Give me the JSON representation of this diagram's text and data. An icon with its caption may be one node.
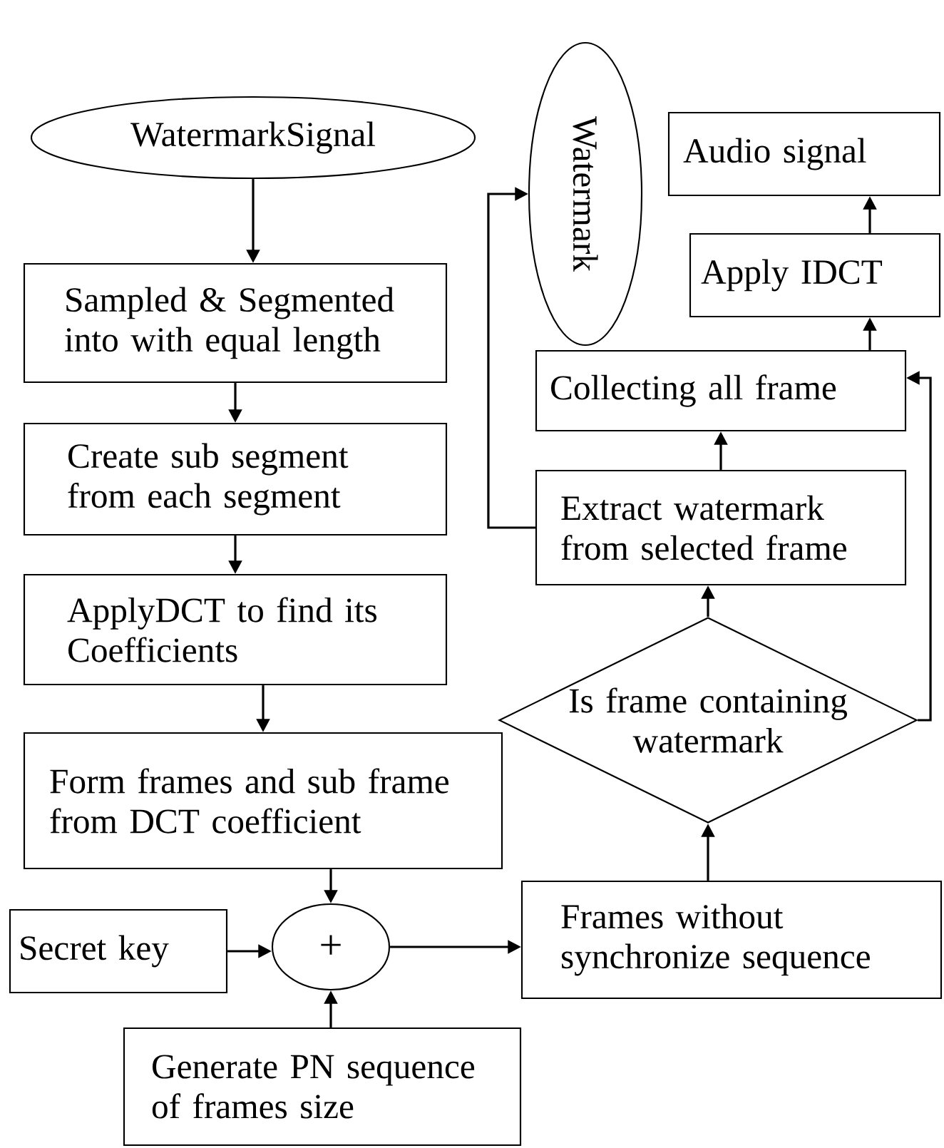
{
  "diagram": {
    "nodes": [
      {
        "text": [
          "WatermarkSignal"
        ]
      },
      {
        "text": [
          "Sampled & Segmented into with equal length"
        ]
      },
      {
        "text": [
          "Create sub segment from each segment"
        ]
      },
      {
        "text": [
          "ApplyDCT to find its Coefficients"
        ]
      },
      {
        "text": [
          "Form frames and sub frame from DCT coefficient"
        ]
      },
      {
        "text": [
          "Secret key"
        ]
      },
      {
        "text": [
          "+"
        ]
      },
      {
        "text": [
          "Generate PN sequence of frames size"
        ]
      },
      {
        "text": [
          "Frames without synchronize sequence"
        ]
      },
      {
        "text": [
          "Is frame containing watermark"
        ]
      },
      {
        "text": [
          "Extract watermark from selected frame"
        ]
      },
      {
        "text": [
          "Collecting all frame"
        ]
      },
      {
        "text": [
          "Apply IDCT"
        ]
      },
      {
        "text": [
          "Audio signal"
        ]
      },
      {
        "text": [
          "Watermark"
        ]
      }
    ],
    "edges": [
      {
        "from": 0,
        "to": 1,
        "arrow": "to"
      },
      {
        "from": 1,
        "to": 2,
        "arrow": "to"
      },
      {
        "from": 2,
        "to": 3,
        "arrow": "to"
      },
      {
        "from": 3,
        "to": 4,
        "arrow": "to"
      },
      {
        "from": 4,
        "to": 6,
        "arrow": "to"
      },
      {
        "from": 5,
        "to": 6,
        "arrow": "to"
      },
      {
        "from": 7,
        "to": 6,
        "arrow": "to"
      },
      {
        "from": 6,
        "to": 8,
        "arrow": "to"
      },
      {
        "from": 8,
        "to": 9,
        "arrow": "to"
      },
      {
        "from": 9,
        "to": 10,
        "arrow": "to"
      },
      {
        "from": 9,
        "to": 11,
        "arrow": "to"
      },
      {
        "from": 10,
        "to": 11,
        "arrow": "to"
      },
      {
        "from": 11,
        "to": 12,
        "arrow": "to"
      },
      {
        "from": 12,
        "to": 13,
        "arrow": "to"
      },
      {
        "from": 10,
        "to": 14,
        "arrow": "to"
      }
    ]
  }
}
